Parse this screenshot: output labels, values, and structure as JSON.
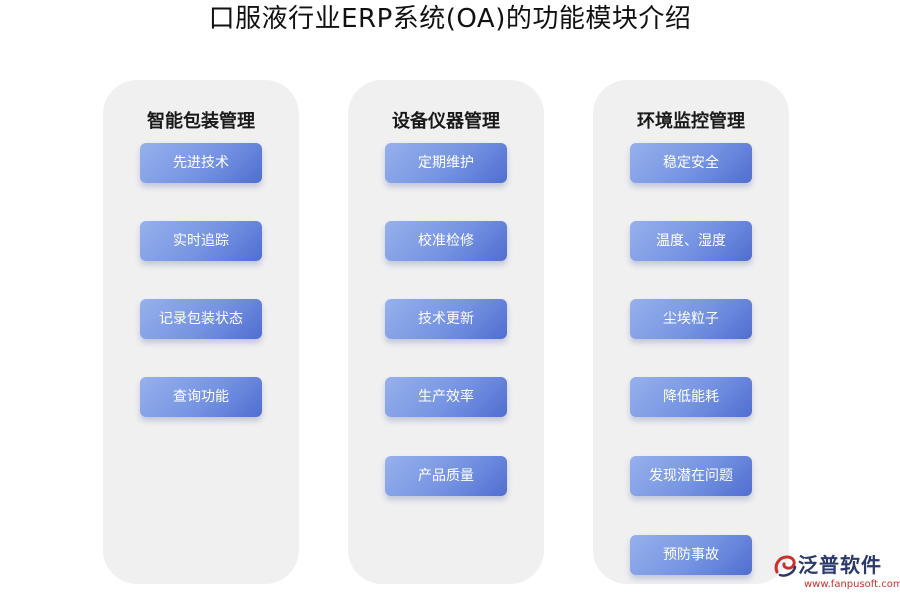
{
  "title": "口服液行业ERP系统(OA)的功能模块介绍",
  "columns": [
    {
      "header": "智能包装管理",
      "items": [
        "先进技术",
        "实时追踪",
        "记录包装状态",
        "查询功能"
      ]
    },
    {
      "header": "设备仪器管理",
      "items": [
        "定期维护",
        "校准检修",
        "技术更新",
        "生产效率",
        "产品质量"
      ]
    },
    {
      "header": "环境监控管理",
      "items": [
        "稳定安全",
        "温度、湿度",
        "尘埃粒子",
        "降低能耗",
        "发现潜在问题",
        "预防事故"
      ]
    }
  ],
  "logo": {
    "name": "泛普软件",
    "url": "www.fanpusoft.com"
  },
  "colors": {
    "column_bg": "#f0f0f1",
    "item_gradient_start": "#97b1ec",
    "item_gradient_end": "#4f6ed0",
    "logo_red": "#c9302c",
    "logo_blue": "#2b3a6b"
  }
}
